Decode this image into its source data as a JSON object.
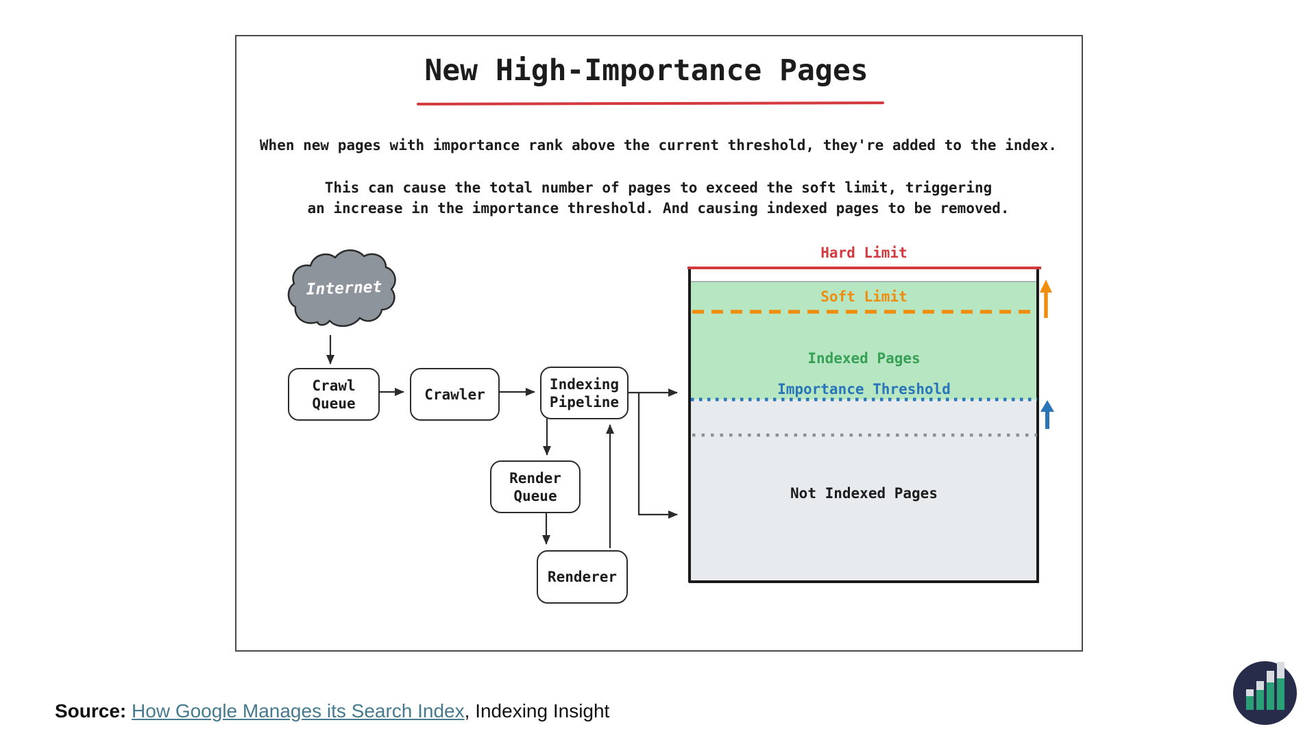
{
  "title": {
    "text": "New High-Importance Pages"
  },
  "intro": {
    "p1": "When new pages with importance rank above the current threshold, they're added to the index.",
    "p2_line1": "This can cause the total number of pages to exceed the soft limit, triggering",
    "p2_line2": "an increase in the importance threshold. And causing indexed pages to be removed."
  },
  "flow": {
    "internet": "Internet",
    "crawl_queue": {
      "lines": [
        "Crawl",
        "Queue"
      ]
    },
    "crawler": {
      "label": "Crawler"
    },
    "indexing_pipeline": {
      "lines": [
        "Indexing",
        "Pipeline"
      ]
    },
    "render_queue": {
      "lines": [
        "Render",
        "Queue"
      ]
    },
    "renderer": {
      "label": "Renderer"
    }
  },
  "index_diagram": {
    "hard_limit": "Hard Limit",
    "soft_limit": "Soft Limit",
    "indexed_pages": "Indexed Pages",
    "importance_threshold": "Importance Threshold",
    "not_indexed_pages": "Not Indexed Pages"
  },
  "footer": {
    "source_label": "Source:",
    "link_text": "How Google Manages its Search Index",
    "suffix": ", Indexing Insight"
  },
  "colors": {
    "ink": "#1c1c1c",
    "red": "#d23a3f",
    "orange": "#ef8e0e",
    "green-text": "#38a055",
    "green-fill": "#b7e6c3",
    "blue": "#2a74b8",
    "gray-fill": "#e8ebee",
    "gray-dot": "#8b9095",
    "cloud-gray": "#8d949c",
    "link": "#467a8e",
    "logo-bg": "#272c4b",
    "logo-green": "#2aa077",
    "logo-cap": "#d9dde1"
  }
}
